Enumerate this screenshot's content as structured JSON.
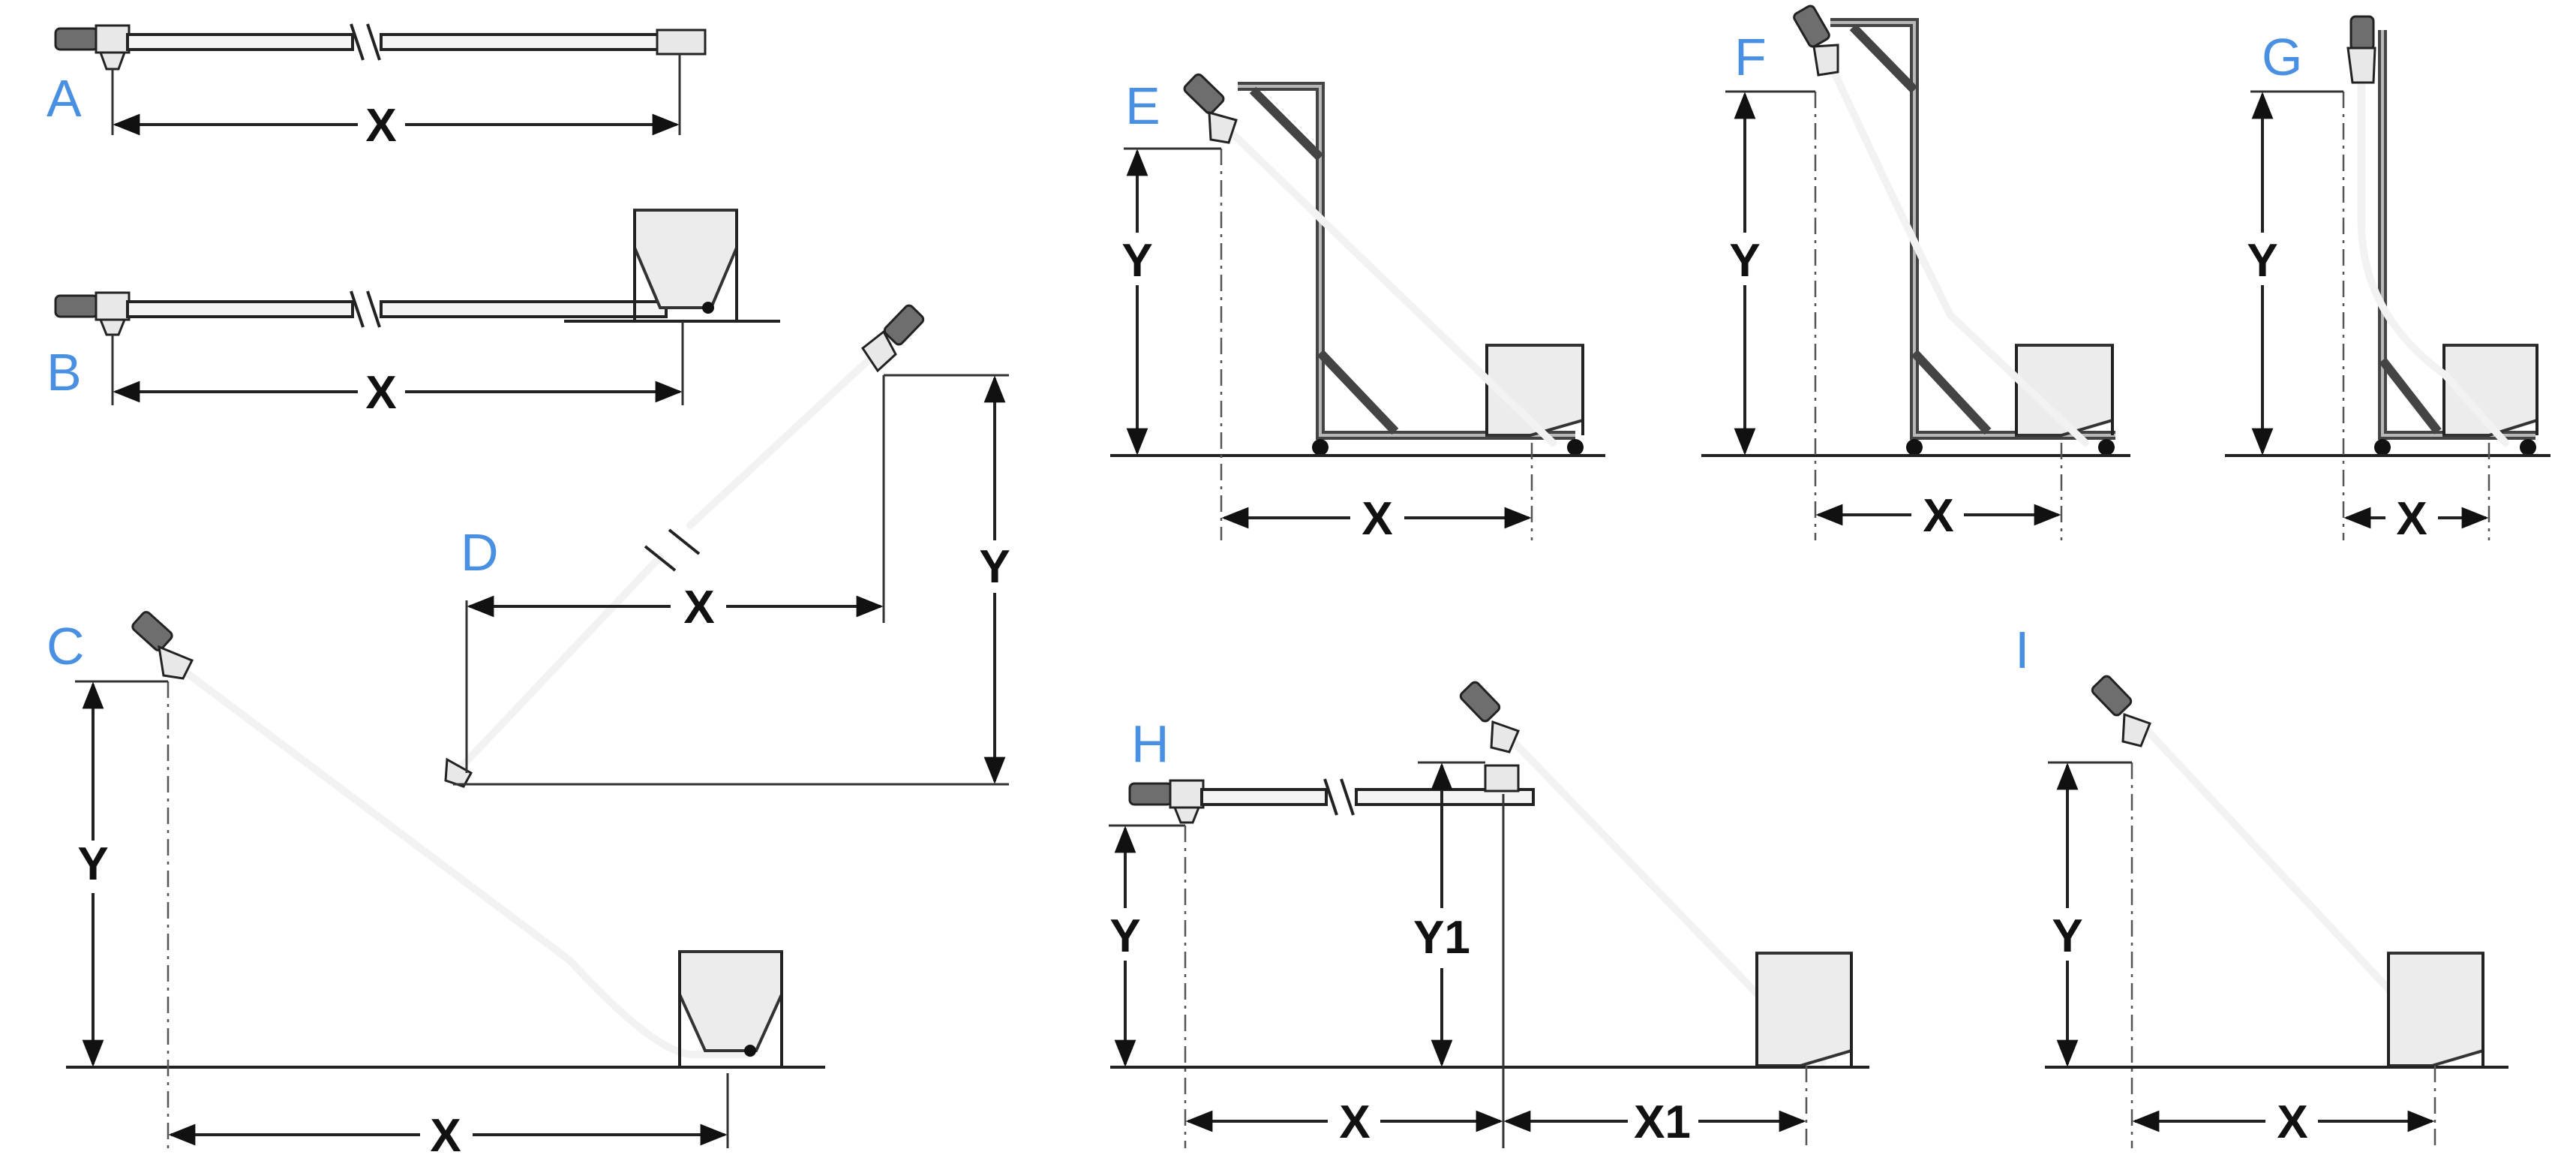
{
  "panels": [
    {
      "id": "A",
      "label": "A",
      "dims": [
        "X"
      ]
    },
    {
      "id": "B",
      "label": "B",
      "dims": [
        "X"
      ]
    },
    {
      "id": "C",
      "label": "C",
      "dims": [
        "Y",
        "X"
      ]
    },
    {
      "id": "D",
      "label": "D",
      "dims": [
        "X",
        "Y"
      ]
    },
    {
      "id": "E",
      "label": "E",
      "dims": [
        "Y",
        "X"
      ]
    },
    {
      "id": "F",
      "label": "F",
      "dims": [
        "Y",
        "X"
      ]
    },
    {
      "id": "G",
      "label": "G",
      "dims": [
        "Y",
        "X"
      ]
    },
    {
      "id": "H",
      "label": "H",
      "dims": [
        "Y",
        "Y1",
        "X",
        "X1"
      ]
    },
    {
      "id": "I",
      "label": "I",
      "dims": [
        "Y",
        "X"
      ]
    }
  ],
  "colors": {
    "label": "#4a90e2",
    "dimension": "#111111",
    "frame": "#444444",
    "hopper": "#ececec",
    "motor": "#6e6e6e"
  },
  "icons": [
    "screw-conveyor-icon",
    "hopper-icon",
    "motor-icon",
    "frame-icon",
    "wheel-icon"
  ]
}
